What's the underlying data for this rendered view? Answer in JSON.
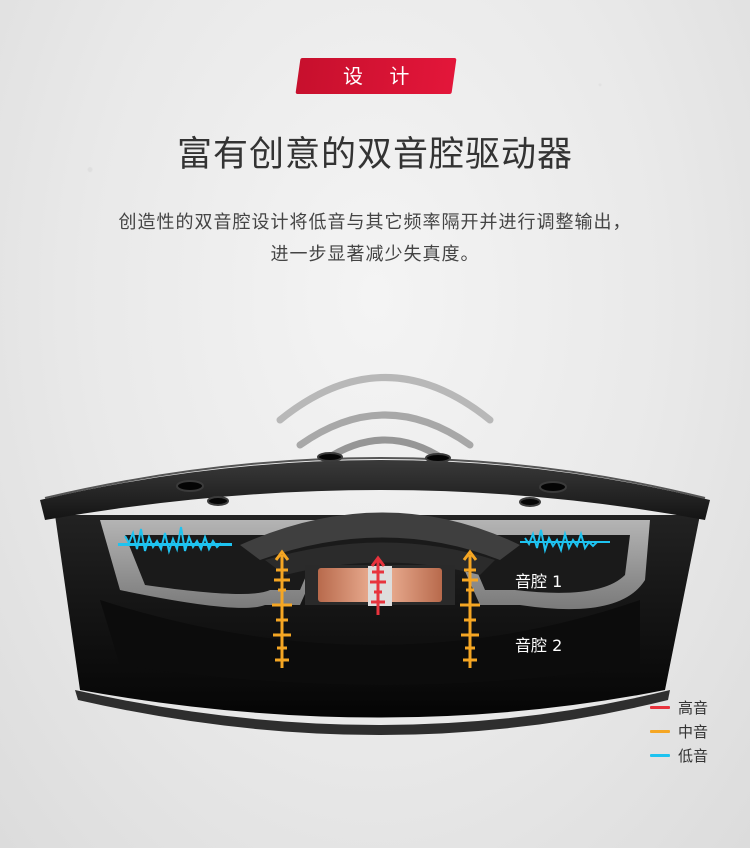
{
  "badge": {
    "label": "设 计",
    "color": "#d9143a"
  },
  "headline": "富有创意的双音腔驱动器",
  "description": {
    "line1": "创造性的双音腔设计将低音与其它频率隔开并进行调整输出，",
    "line2": "进一步显著减少失真度。"
  },
  "diagram": {
    "cavity1_label": "音腔 1",
    "cavity2_label": "音腔 2"
  },
  "legend": [
    {
      "label": "高音",
      "color": "#e8333d"
    },
    {
      "label": "中音",
      "color": "#f5a623"
    },
    {
      "label": "低音",
      "color": "#1ec3f0"
    }
  ]
}
